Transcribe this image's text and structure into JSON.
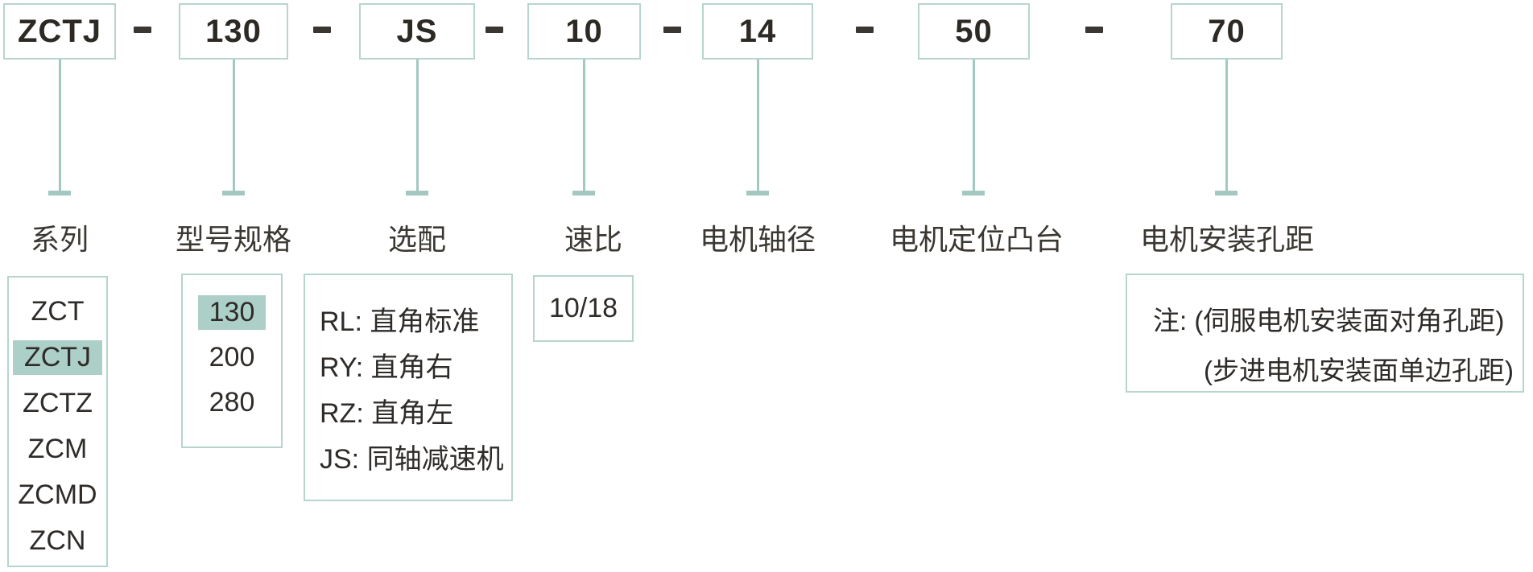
{
  "model_code": {
    "segments": [
      "ZCTJ",
      "130",
      "JS",
      "10",
      "14",
      "50",
      "70"
    ],
    "separator": "-"
  },
  "columns": [
    {
      "label": "系列",
      "options": [
        "ZCT",
        "ZCTJ",
        "ZCTZ",
        "ZCM",
        "ZCMD",
        "ZCN"
      ],
      "selected": "ZCTJ"
    },
    {
      "label": "型号规格",
      "options": [
        "130",
        "200",
        "280"
      ],
      "selected": "130"
    },
    {
      "label": "选配",
      "options": [
        "RL: 直角标准",
        "RY: 直角右",
        "RZ: 直角左",
        "JS: 同轴减速机"
      ]
    },
    {
      "label": "速比",
      "options": [
        "10/18"
      ]
    },
    {
      "label": "电机轴径"
    },
    {
      "label": "电机定位凸台"
    },
    {
      "label": "电机安装孔距",
      "note": [
        "注: (伺服电机安装面对角孔距)",
        "(步进电机安装面单边孔距)"
      ]
    }
  ],
  "colors": {
    "box_border": "#b7d5cf",
    "connector_line": "#a3c8c1",
    "highlight": "#accfc8",
    "text_dark": "#2d2a26",
    "text_label": "#3b3732"
  }
}
